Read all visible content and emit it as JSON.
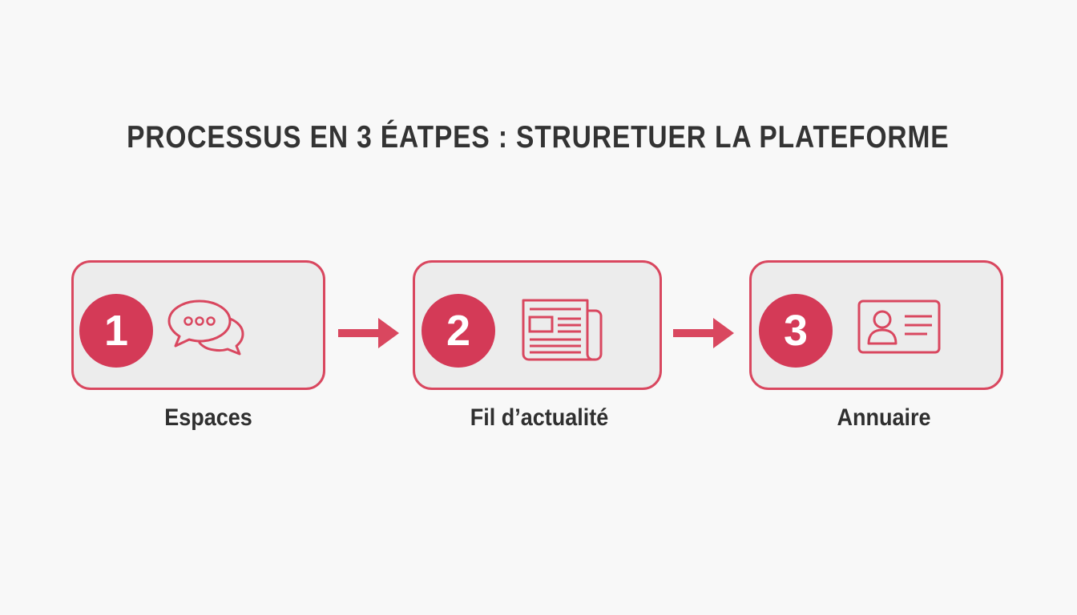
{
  "title": "PROCESSUS EN 3 ÉATPES : STRURETUER LA PLATEFORME",
  "accent_color": "#d43a57",
  "steps": [
    {
      "number": "1",
      "label": "Espaces",
      "icon": "chat-bubbles-icon"
    },
    {
      "number": "2",
      "label": "Fil d’actualité",
      "icon": "newspaper-icon"
    },
    {
      "number": "3",
      "label": "Annuaire",
      "icon": "id-card-icon"
    }
  ]
}
